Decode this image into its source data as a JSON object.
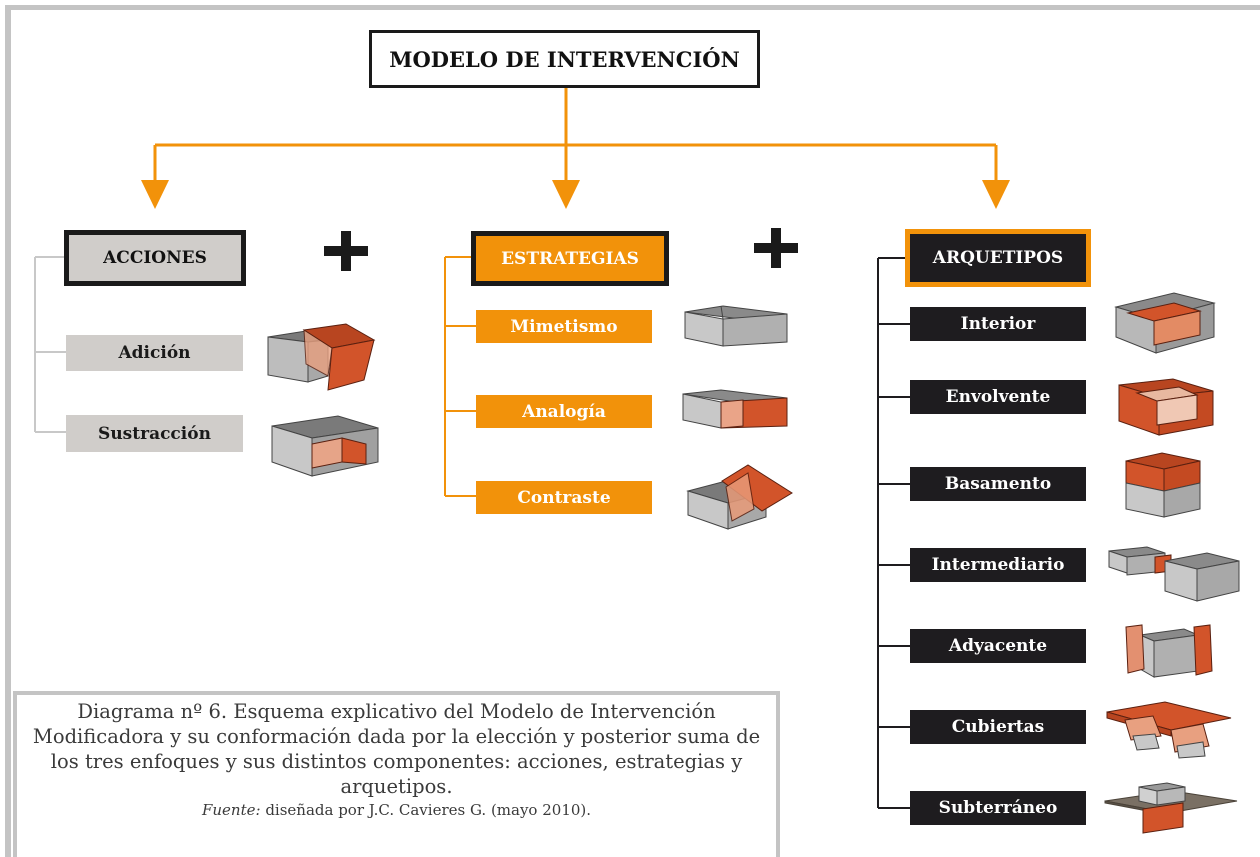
{
  "title": "MODELO DE INTERVENCIÓN",
  "columns": [
    {
      "heading": "ACCIONES",
      "items": [
        "Adición",
        "Sustracción"
      ]
    },
    {
      "heading": "ESTRATEGIAS",
      "items": [
        "Mimetismo",
        "Analogía",
        "Contraste"
      ]
    },
    {
      "heading": "ARQUETIPOS",
      "items": [
        "Interior",
        "Envolvente",
        "Basamento",
        "Intermediario",
        "Adyacente",
        "Cubiertas",
        "Subterráneo"
      ]
    }
  ],
  "operators": [
    "+",
    "+"
  ],
  "caption": {
    "text": "Diagrama nº 6. Esquema explicativo del Modelo de Intervención Modificadora y su conformación dada por la elección y posterior suma de los tres enfoques y sus distintos componentes: acciones, estrategias y arquetipos.",
    "source_label": "Fuente:",
    "source_text": " diseñada por J.C. Cavieres G. (mayo 2010)."
  },
  "colors": {
    "accent": "#f2920a",
    "dark": "#1e1c1f",
    "light_gray": "#d0cdca",
    "frame": "#c4c4c4",
    "model_orange": "#d2542a"
  }
}
